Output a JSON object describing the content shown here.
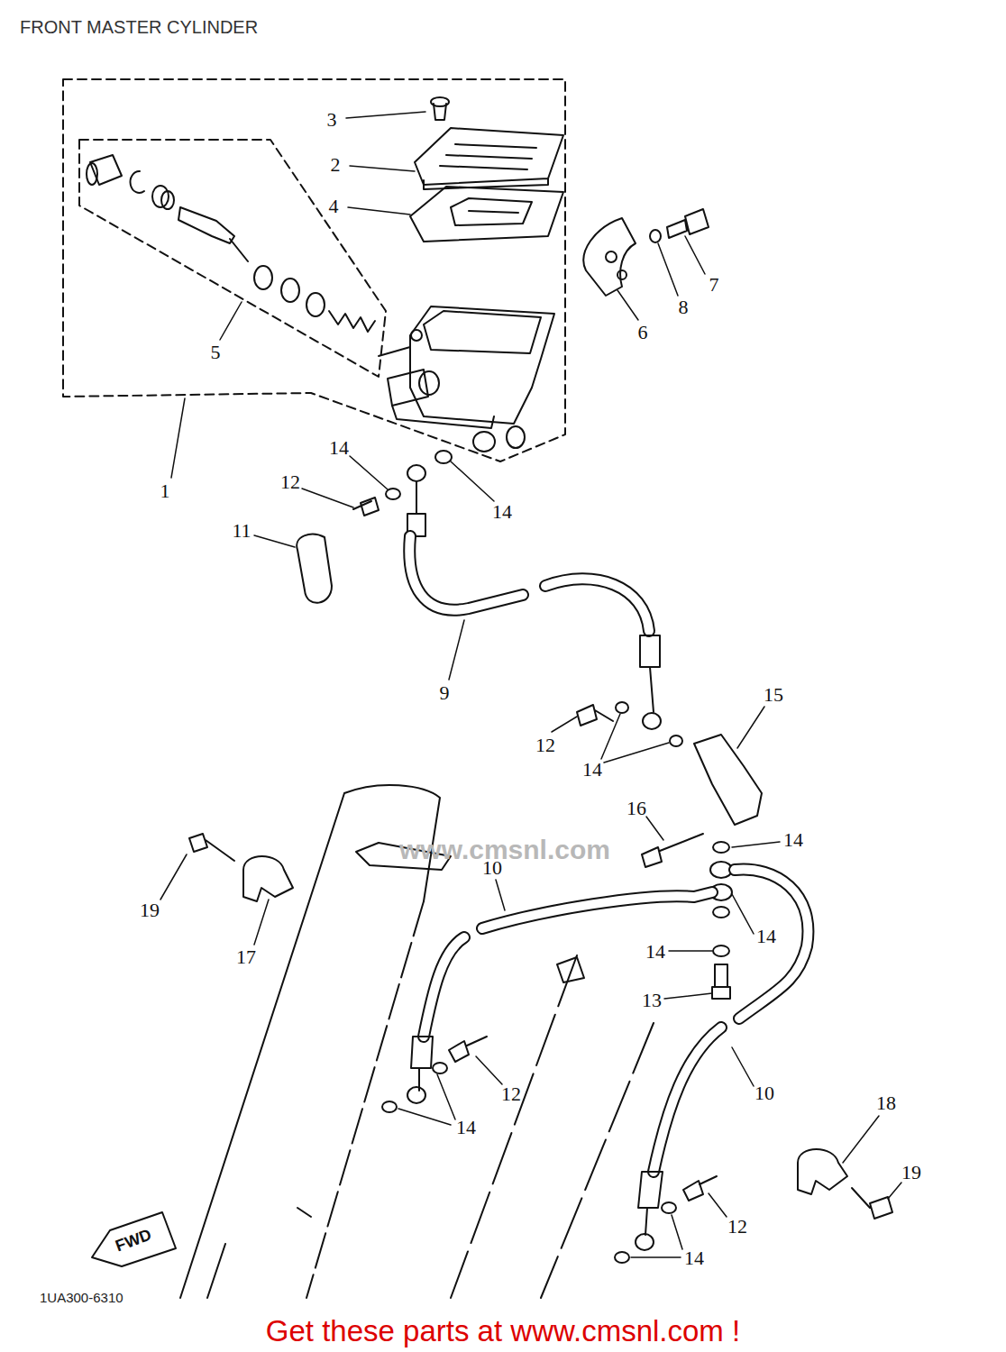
{
  "diagram": {
    "title": "FRONT MASTER CYLINDER",
    "caption": "Get these parts at www.cmsnl.com !",
    "labels": [
      "3",
      "2",
      "4",
      "7",
      "8",
      "6",
      "5",
      "1",
      "14",
      "12",
      "14",
      "11",
      "9",
      "15",
      "12",
      "14",
      "16",
      "14",
      "19",
      "10",
      "14",
      "17",
      "14",
      "13",
      "12",
      "10",
      "14",
      "18",
      "19",
      "12",
      "14",
      "FWD",
      "1UA300-6310",
      "www.cmsnl.com"
    ]
  }
}
